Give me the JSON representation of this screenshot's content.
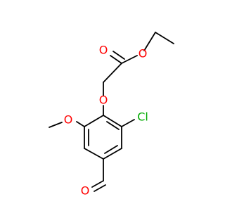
{
  "atoms": {
    "o_ester_carbonyl": "O",
    "o_ester_alkoxy": "O",
    "o_ether": "O",
    "o_methoxy": "O",
    "cl": "Cl",
    "o_aldehyde": "O"
  },
  "colors": {
    "bond": "#000000",
    "oxygen": "#ff0000",
    "chlorine": "#00aa00",
    "background": "#ffffff"
  }
}
